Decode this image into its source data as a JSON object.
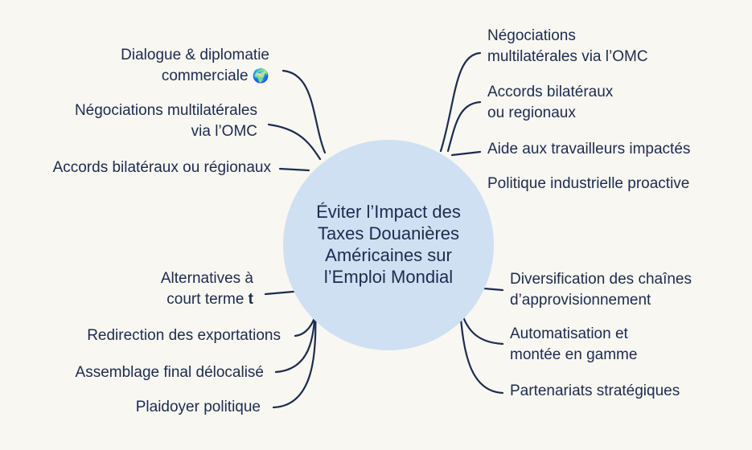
{
  "center": {
    "title": "Éviter l’Impact des Taxes Douanières Américaines sur l’Emploi Mondial"
  },
  "left_upper": [
    {
      "lines": [
        "Dialogue & diplomatie",
        "commerciale"
      ],
      "icon": "globe-icon",
      "glyph": "🌍"
    },
    {
      "lines": [
        "Négociations multilatérales",
        "via l’OMC"
      ]
    },
    {
      "lines": [
        "Accords bilatéraux ou régionaux"
      ]
    }
  ],
  "left_lower": [
    {
      "lines": [
        "Alternatives à",
        "court terme"
      ],
      "icon": "t-icon",
      "glyph": "t"
    },
    {
      "lines": [
        "Redirection des exportations"
      ]
    },
    {
      "lines": [
        "Assemblage final délocalisé"
      ]
    },
    {
      "lines": [
        "Plaidoyer politique"
      ]
    }
  ],
  "right_upper": [
    {
      "lines": [
        "Négociations",
        "multilatérales via l’OMC"
      ]
    },
    {
      "lines": [
        "Accords bilatéraux",
        "ou regionaux"
      ]
    },
    {
      "lines": [
        "Aide aux travailleurs impactés"
      ]
    },
    {
      "lines": [
        "Politique industrielle proactive"
      ]
    }
  ],
  "right_lower": [
    {
      "lines": [
        "Diversification des chaînes",
        "d’approvisionnement"
      ]
    },
    {
      "lines": [
        "Automatisation et",
        "montée en gamme"
      ]
    },
    {
      "lines": [
        "Partenariats stratégiques"
      ]
    }
  ],
  "colors": {
    "background": "#f9f7f2",
    "hub": "#cfe0f2",
    "ink": "#1c2b4f",
    "globe": "#2f6fb5"
  }
}
